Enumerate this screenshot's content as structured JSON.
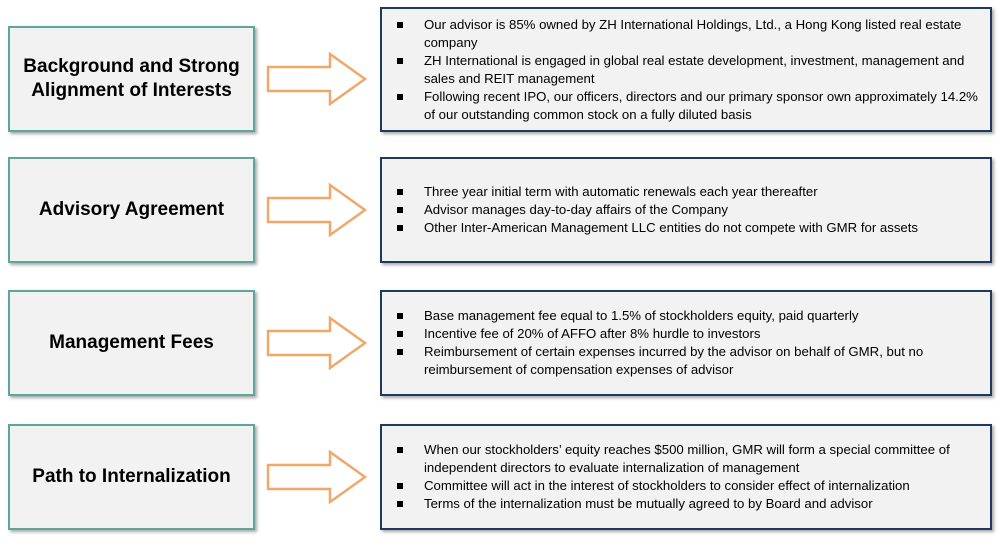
{
  "colors": {
    "label_border": "#5fa69a",
    "detail_border": "#1e3a5c",
    "box_fill": "#f2f2f2",
    "arrow_stroke": "#f0a868",
    "arrow_fill": "#ffffff"
  },
  "rows": [
    {
      "label": "Background and Strong Alignment of Interests",
      "bullets": [
        "Our advisor is 85% owned by ZH International Holdings, Ltd., a Hong Kong listed real estate company",
        "ZH International is engaged in global real estate development, investment, management and sales and REIT management",
        "Following recent IPO, our officers, directors and our primary sponsor own approximately 14.2% of our outstanding common stock on a fully diluted basis"
      ]
    },
    {
      "label": "Advisory Agreement",
      "bullets": [
        "Three year initial term with automatic renewals each year thereafter",
        "Advisor manages day-to-day affairs of the Company",
        "Other Inter-American Management LLC entities do not compete with GMR for assets"
      ]
    },
    {
      "label": "Management Fees",
      "bullets": [
        "Base management fee equal to 1.5% of stockholders equity, paid quarterly",
        "Incentive fee of 20% of AFFO after 8% hurdle to investors",
        "Reimbursement of certain expenses incurred by the advisor on behalf of GMR, but no reimbursement of compensation expenses of advisor"
      ]
    },
    {
      "label": "Path to Internalization",
      "bullets": [
        "When our stockholders’ equity reaches $500 million, GMR will form a special committee of independent directors to evaluate internalization of management",
        "Committee will act in the interest of stockholders to consider effect of internalization",
        "Terms of the internalization must be mutually agreed to by Board and advisor"
      ]
    }
  ]
}
